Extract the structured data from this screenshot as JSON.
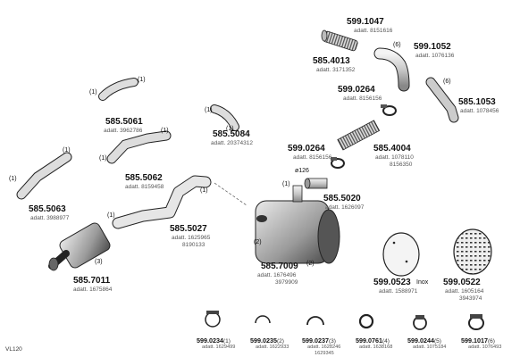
{
  "footer_code": "VL120",
  "ports": {
    "p1": "(1)",
    "p2": "(2)",
    "p3": "(3)",
    "p6": "(6)",
    "d126": "ø126"
  },
  "parts": [
    {
      "id": "599.1047",
      "adatt": "adatt. 8151616"
    },
    {
      "id": "599.1052",
      "adatt": "adatt. 1076136"
    },
    {
      "id": "585.4013",
      "adatt": "adatt. 3171352"
    },
    {
      "id": "599.0264",
      "adatt": "adatt. 8156156"
    },
    {
      "id": "585.1053",
      "adatt": "adatt. 1078456"
    },
    {
      "id": "585.5061",
      "adatt": "adatt. 3962786"
    },
    {
      "id": "585.5084",
      "adatt": "adatt. 20374312"
    },
    {
      "id": "599.0264",
      "adatt": "adatt. 8156156"
    },
    {
      "id": "585.4004",
      "adatt": "adatt. 1078110",
      "extra": "8156350"
    },
    {
      "id": "585.5062",
      "adatt": "adatt. 8159458"
    },
    {
      "id": "585.5020",
      "adatt": "adatt. 1626097"
    },
    {
      "id": "585.5063",
      "adatt": "adatt. 3988977"
    },
    {
      "id": "585.5027",
      "adatt": "adatt. 1625965",
      "extra": "8190133"
    },
    {
      "id": "585.7009",
      "adatt": "adatt. 1676496",
      "extra": "3979909"
    },
    {
      "id": "585.7011",
      "adatt": "adatt. 1675864"
    },
    {
      "id": "599.0523",
      "suffix": "Inox",
      "adatt": "adatt. 1588971"
    },
    {
      "id": "599.0522",
      "adatt": "adatt. 1605164",
      "extra": "3943974"
    }
  ],
  "small_parts": [
    {
      "id": "599.0234",
      "qty": "(1)",
      "adatt": "adatt. 1629499"
    },
    {
      "id": "599.0235",
      "qty": "(2)",
      "adatt": "adatt. 1622933"
    },
    {
      "id": "599.0237",
      "qty": "(3)",
      "adatt": "adatt. 1628246",
      "extra": "1629345"
    },
    {
      "id": "599.0761",
      "qty": "(4)",
      "adatt": "adatt. 1638168"
    },
    {
      "id": "599.0244",
      "qty": "(5)",
      "adatt": "adatt. 1075184"
    },
    {
      "id": "599.1017",
      "qty": "(6)",
      "adatt": "adatt. 1076493"
    }
  ]
}
